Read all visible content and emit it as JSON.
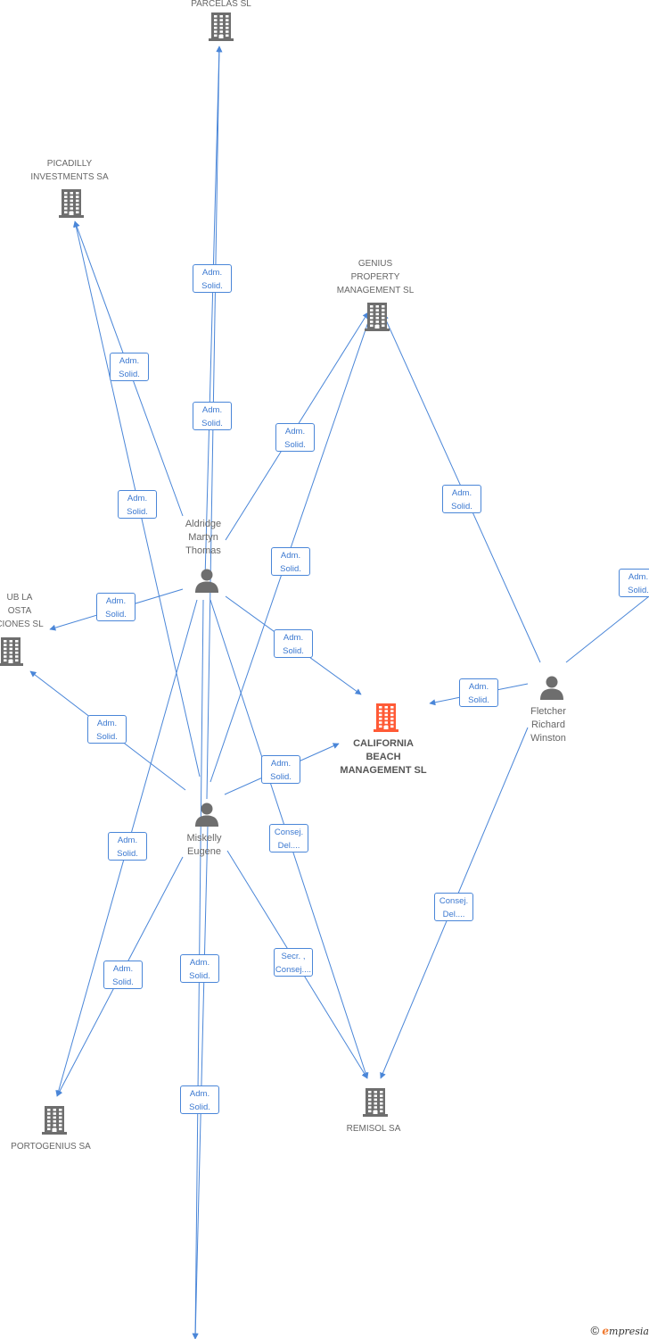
{
  "colors": {
    "edge": "#4a86d8",
    "badge_border": "#4a86d8",
    "badge_text": "#3b78d0",
    "company_icon": "#6e6e6e",
    "focal_icon": "#ff5a36",
    "person_icon": "#6e6e6e",
    "label": "#666666"
  },
  "nodes": [
    {
      "id": "parcelas",
      "type": "company",
      "label": "PARCELAS SL"
    },
    {
      "id": "picadilly",
      "type": "company",
      "label": "PICADILLY\nINVESTMENTS SA"
    },
    {
      "id": "genius",
      "type": "company",
      "label": "GENIUS\nPROPERTY\nMANAGEMENT SL"
    },
    {
      "id": "pueblo",
      "type": "company",
      "label": "UB LA\nOSTA\nCIONES SL"
    },
    {
      "id": "california",
      "type": "focal",
      "label": "CALIFORNIA\nBEACH\nMANAGEMENT SL"
    },
    {
      "id": "portogenius",
      "type": "company",
      "label": "PORTOGENIUS SA"
    },
    {
      "id": "remisol",
      "type": "company",
      "label": "REMISOL SA"
    },
    {
      "id": "aldridge",
      "type": "person",
      "label": "Aldridge\nMartyn\nThomas"
    },
    {
      "id": "miskelly",
      "type": "person",
      "label": "Miskelly\nEugene"
    },
    {
      "id": "fletcher",
      "type": "person",
      "label": "Fletcher\nRichard\nWinston"
    }
  ],
  "edges": [
    {
      "from": "miskelly",
      "to": "parcelas",
      "label": [
        "Adm.",
        "Solid."
      ]
    },
    {
      "from": "aldridge",
      "to": "parcelas",
      "label": [
        "Adm.",
        "Solid."
      ]
    },
    {
      "from": "aldridge",
      "to": "picadilly",
      "label": [
        "Adm.",
        "Solid."
      ]
    },
    {
      "from": "miskelly",
      "to": "picadilly",
      "label": [
        "Adm.",
        "Solid."
      ]
    },
    {
      "from": "aldridge",
      "to": "genius",
      "label": [
        "Adm.",
        "Solid."
      ]
    },
    {
      "from": "miskelly",
      "to": "genius",
      "label": [
        "Adm.",
        "Solid."
      ]
    },
    {
      "from": "fletcher",
      "to": "genius",
      "label": [
        "Adm.",
        "Solid."
      ]
    },
    {
      "from": "aldridge",
      "to": "pueblo",
      "label": [
        "Adm.",
        "Solid."
      ]
    },
    {
      "from": "miskelly",
      "to": "pueblo",
      "label": [
        "Adm.",
        "Solid."
      ]
    },
    {
      "from": "aldridge",
      "to": "california",
      "label": [
        "Adm.",
        "Solid."
      ]
    },
    {
      "from": "miskelly",
      "to": "california",
      "label": [
        "Adm.",
        "Solid."
      ]
    },
    {
      "from": "fletcher",
      "to": "california",
      "label": [
        "Adm.",
        "Solid."
      ]
    },
    {
      "from": "fletcher",
      "to": "offscreen_right",
      "label": [
        "Adm.",
        "Solid."
      ]
    },
    {
      "from": "aldridge",
      "to": "portogenius",
      "label": [
        "Adm.",
        "Solid."
      ]
    },
    {
      "from": "miskelly",
      "to": "portogenius",
      "label": [
        "Adm.",
        "Solid."
      ]
    },
    {
      "from": "aldridge",
      "to": "remisol",
      "label": [
        "Consej.",
        "Del...."
      ]
    },
    {
      "from": "miskelly",
      "to": "remisol",
      "label": [
        "Secr. ,",
        "Consej...."
      ]
    },
    {
      "from": "fletcher",
      "to": "remisol",
      "label": [
        "Consej.",
        "Del...."
      ]
    },
    {
      "from": "aldridge",
      "to": "offscreen_bottom",
      "label": [
        "Adm.",
        "Solid."
      ]
    },
    {
      "from": "miskelly",
      "to": "offscreen_bottom",
      "label": [
        "Adm.",
        "Solid."
      ]
    }
  ],
  "watermark": {
    "copyright": "©",
    "brand_initial": "e",
    "brand_rest": "mpresia"
  }
}
